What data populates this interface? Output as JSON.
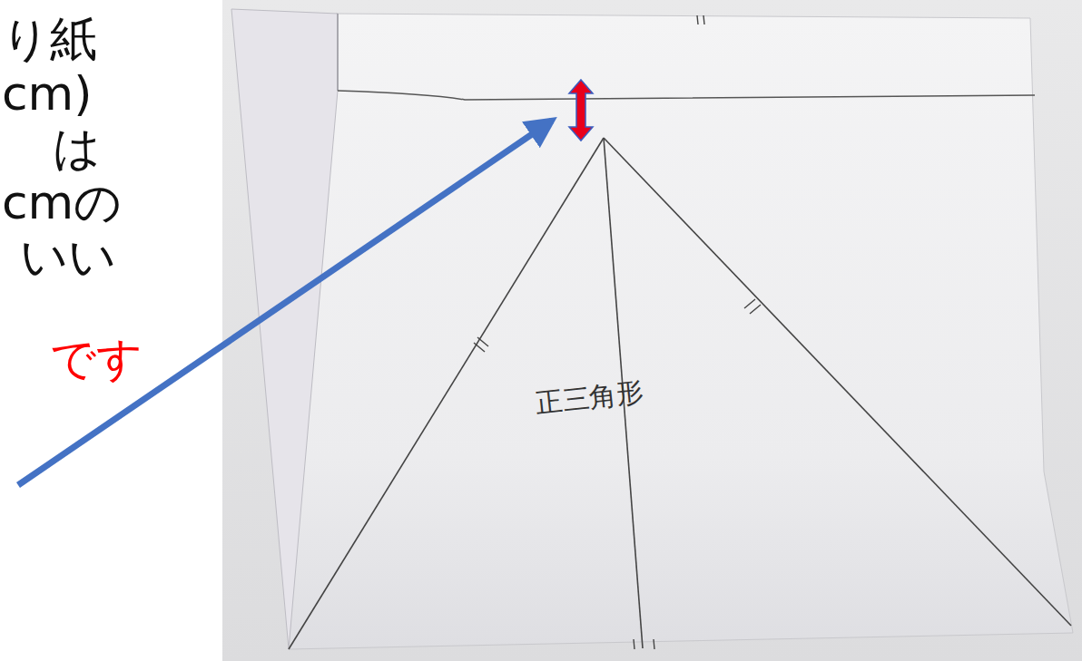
{
  "diagram": {
    "labels": [
      "り紙",
      "cm)",
      "は",
      "cmの",
      "いい",
      "です",
      "正三角形"
    ]
  }
}
